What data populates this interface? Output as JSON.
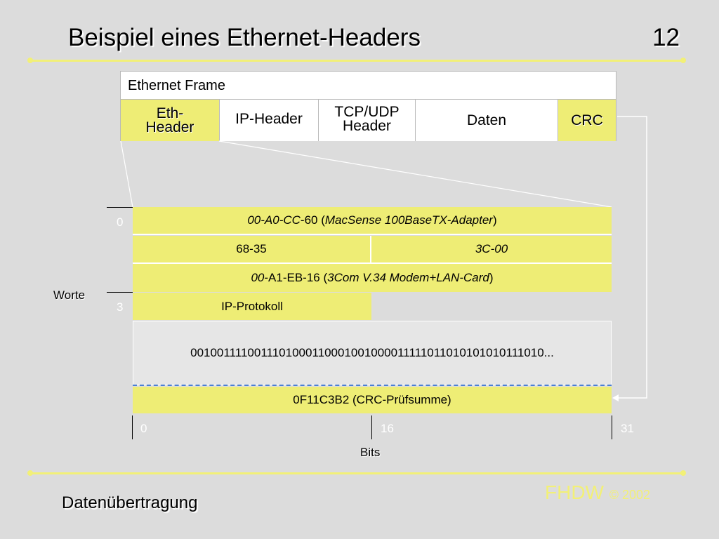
{
  "slide": {
    "title": "Beispiel eines Ethernet-Headers",
    "page_number": "12",
    "footer_label": "Datenübertragung",
    "brand": "FHDW",
    "copyright": "© 2002"
  },
  "frame": {
    "label": "Ethernet Frame",
    "segments": [
      {
        "line1": "Eth-",
        "line2": "Header"
      },
      {
        "line1": "IP-Header",
        "line2": ""
      },
      {
        "line1": "TCP/UDP",
        "line2": "Header"
      },
      {
        "line1": "Daten",
        "line2": ""
      },
      {
        "line1": "CRC",
        "line2": ""
      }
    ]
  },
  "header": {
    "row1": {
      "a": "00-A0-CC",
      "b": "-60 (",
      "c": "MacSense 100BaseTX-Adapter",
      "d": ")"
    },
    "row2_left": "68-35",
    "row2_right": "3C-00",
    "row3": {
      "a": "00",
      "b": "-A1-EB-16 (",
      "c": "3Com V.34 Modem+LAN-Card",
      "d": ")"
    },
    "row4": "IP-Protokoll",
    "data_bits": "0010011110011101000110001001000011111011010101010111010...",
    "crc": "0F11C3B2 (CRC-Prüfsumme)"
  },
  "axes": {
    "word_ticks": [
      "0",
      "3"
    ],
    "word_label": "Worte",
    "bit_ticks": [
      "0",
      "16",
      "31"
    ],
    "bit_label": "Bits"
  },
  "colors": {
    "background": "#dcdcdc",
    "highlight": "#eeed75",
    "accent_line": "#f2f077",
    "dashed_separator": "#4a7fd6"
  }
}
